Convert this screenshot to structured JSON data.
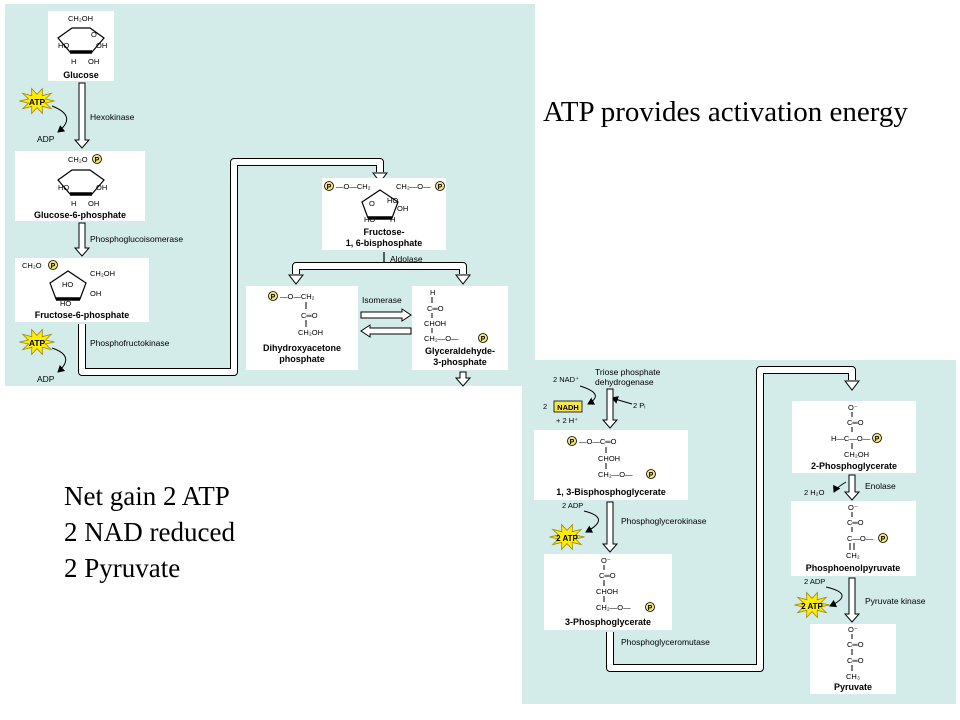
{
  "title": "ATP provides activation energy",
  "summary": [
    "Net gain 2 ATP",
    "2 NAD reduced",
    "2 Pyruvate"
  ],
  "molecules": {
    "glucose": "Glucose",
    "g6p": "Glucose-6-phosphate",
    "f6p": "Fructose-6-phosphate",
    "f16bp": [
      "Fructose-",
      "1, 6-bisphosphate"
    ],
    "dhap": [
      "Dihydroxyacetone",
      "phosphate"
    ],
    "g3p": [
      "Glyceraldehyde-",
      "3-phosphate"
    ],
    "bpg13": "1, 3-Bisphosphoglycerate",
    "pg3": "3-Phosphoglycerate",
    "pg2": "2-Phosphoglycerate",
    "pep": "Phosphoenolpyruvate",
    "pyruvate": "Pyruvate"
  },
  "enzymes": {
    "hexokinase": "Hexokinase",
    "phosphoglucoisomerase": "Phosphoglucoisomerase",
    "phosphofructokinase": "Phosphofructokinase",
    "aldolase": "Aldolase",
    "isomerase": "Isomerase",
    "triose": [
      "Triose phosphate",
      "dehydrogenase"
    ],
    "phosphoglycerokinase": "Phosphoglycerokinase",
    "phosphoglyceromutase": "Phosphoglyceromutase",
    "enolase": "Enolase",
    "pyruvate_kinase": "Pyruvate kinase"
  },
  "cofactors": {
    "atp": "ATP",
    "adp": "ADP",
    "two_atp": "2 ATP",
    "two_adp": "2 ADP",
    "nad": "2 NAD⁺",
    "nadh": "NADH",
    "nadh_count": "2",
    "h_plus": "+ 2 H⁺",
    "pi": "2 Pᵢ",
    "water": "2 H₂O"
  },
  "stoich": "2",
  "atoms": {
    "ch2oh": "CH₂OH",
    "h": "H",
    "oh": "OH",
    "ho": "HO",
    "o": "O",
    "p": "P",
    "ch2o": "CH₂O",
    "ch2": "CH₂",
    "ch3": "CH₃",
    "c": "C",
    "choh": "CHOH",
    "o_minus": "O⁻"
  },
  "colors": {
    "panel": "#d3ecea",
    "box": "#ffffff",
    "line": "#000000",
    "phosphate": "#f2e27a",
    "starburst": "#ffee00",
    "nadh": "#f6e64a"
  }
}
